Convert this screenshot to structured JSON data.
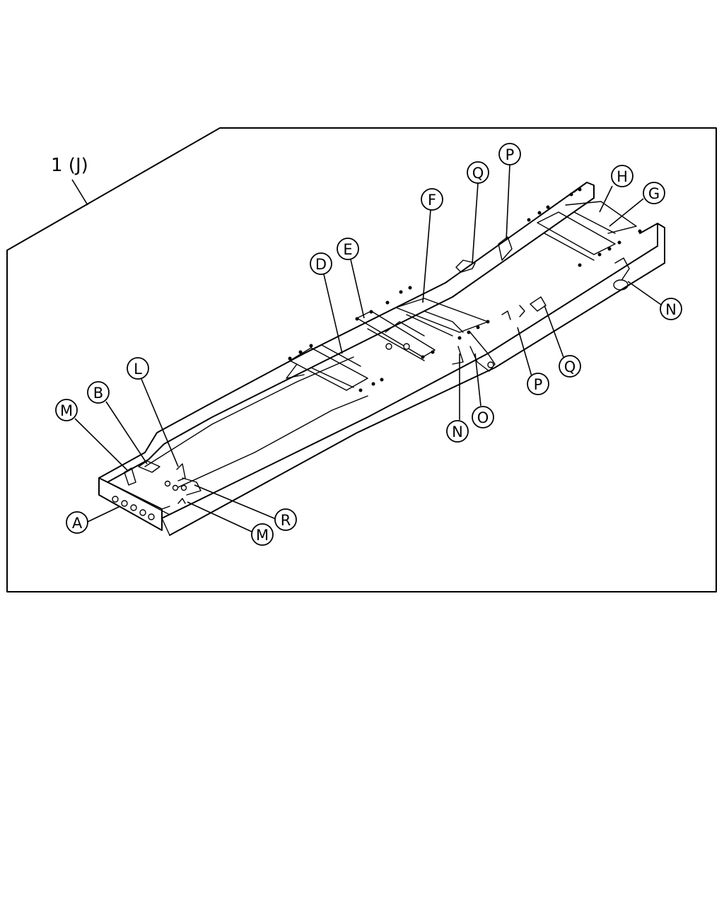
{
  "diagram": {
    "title": "1 (J)",
    "callouts": [
      {
        "id": "callout-a",
        "letter": "A"
      },
      {
        "id": "callout-b",
        "letter": "B"
      },
      {
        "id": "callout-m-upper",
        "letter": "M"
      },
      {
        "id": "callout-l",
        "letter": "L"
      },
      {
        "id": "callout-r",
        "letter": "R"
      },
      {
        "id": "callout-m-lower",
        "letter": "M"
      },
      {
        "id": "callout-d",
        "letter": "D"
      },
      {
        "id": "callout-e",
        "letter": "E"
      },
      {
        "id": "callout-f",
        "letter": "F"
      },
      {
        "id": "callout-q-upper",
        "letter": "Q"
      },
      {
        "id": "callout-p-upper",
        "letter": "P"
      },
      {
        "id": "callout-h",
        "letter": "H"
      },
      {
        "id": "callout-g",
        "letter": "G"
      },
      {
        "id": "callout-n-right",
        "letter": "N"
      },
      {
        "id": "callout-q-lower",
        "letter": "Q"
      },
      {
        "id": "callout-p-lower",
        "letter": "P"
      },
      {
        "id": "callout-o",
        "letter": "O"
      },
      {
        "id": "callout-n-lower",
        "letter": "N"
      }
    ]
  }
}
